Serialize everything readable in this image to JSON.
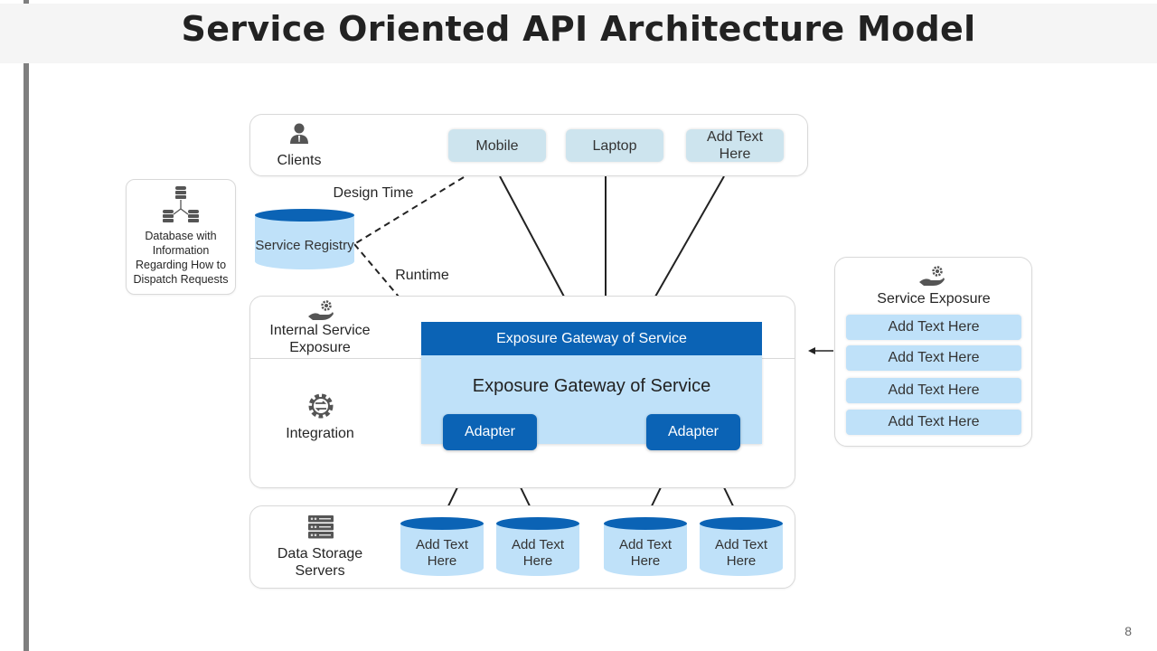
{
  "title": "Service Oriented API Architecture Model",
  "page_number": "8",
  "colors": {
    "primary_blue": "#0b63b5",
    "light_blue": "#bfe1f9",
    "client_chip": "#cde4ee"
  },
  "clients": {
    "label": "Clients",
    "icon": "user-icon",
    "items": [
      "Mobile",
      "Laptop",
      "Add Text Here"
    ]
  },
  "database_info": {
    "icon": "database-network-icon",
    "text": "Database with Information Regarding How to Dispatch Requests"
  },
  "service_registry": {
    "label": "Service Registry",
    "design_time": "Design Time",
    "runtime": "Runtime"
  },
  "internal_service_exposure": {
    "label": "Internal Service Exposure",
    "icon": "hand-gear-icon"
  },
  "integration": {
    "label": "Integration",
    "icon": "gear-exchange-icon"
  },
  "gateway": {
    "header": "Exposure Gateway of Service",
    "title": "Exposure Gateway of Service",
    "adapters": [
      "Adapter",
      "Adapter"
    ]
  },
  "service_exposure": {
    "label": "Service Exposure",
    "icon": "hand-gear-icon",
    "items": [
      "Add Text Here",
      "Add Text Here",
      "Add Text Here",
      "Add Text Here"
    ]
  },
  "data_storage": {
    "label": "Data Storage Servers",
    "icon": "server-rack-icon",
    "items": [
      "Add Text Here",
      "Add Text Here",
      "Add Text Here",
      "Add Text Here"
    ]
  }
}
